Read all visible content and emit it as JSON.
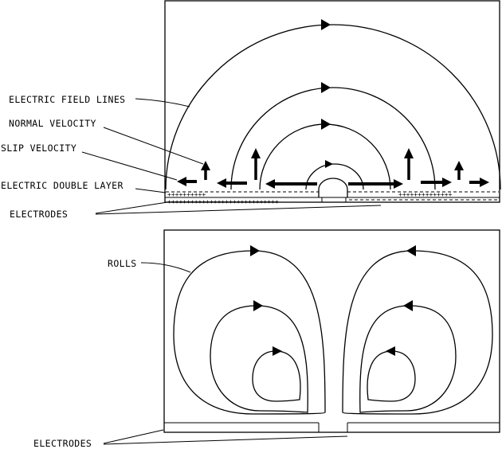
{
  "labels": {
    "field_lines": "ELECTRIC FIELD LINES",
    "normal_velocity": "NORMAL VELOCITY",
    "slip_velocity": "SLIP VELOCITY",
    "double_layer": "ELECTRIC DOUBLE LAYER",
    "electrodes_top": "ELECTRODES",
    "rolls": "ROLLS",
    "electrodes_bottom": "ELECTRODES"
  },
  "plus_signs": {
    "left_upper": "++++++++++",
    "right_upper": "++++++++++++++",
    "left_lower": "+++++++++++++++++++++++++++++"
  }
}
